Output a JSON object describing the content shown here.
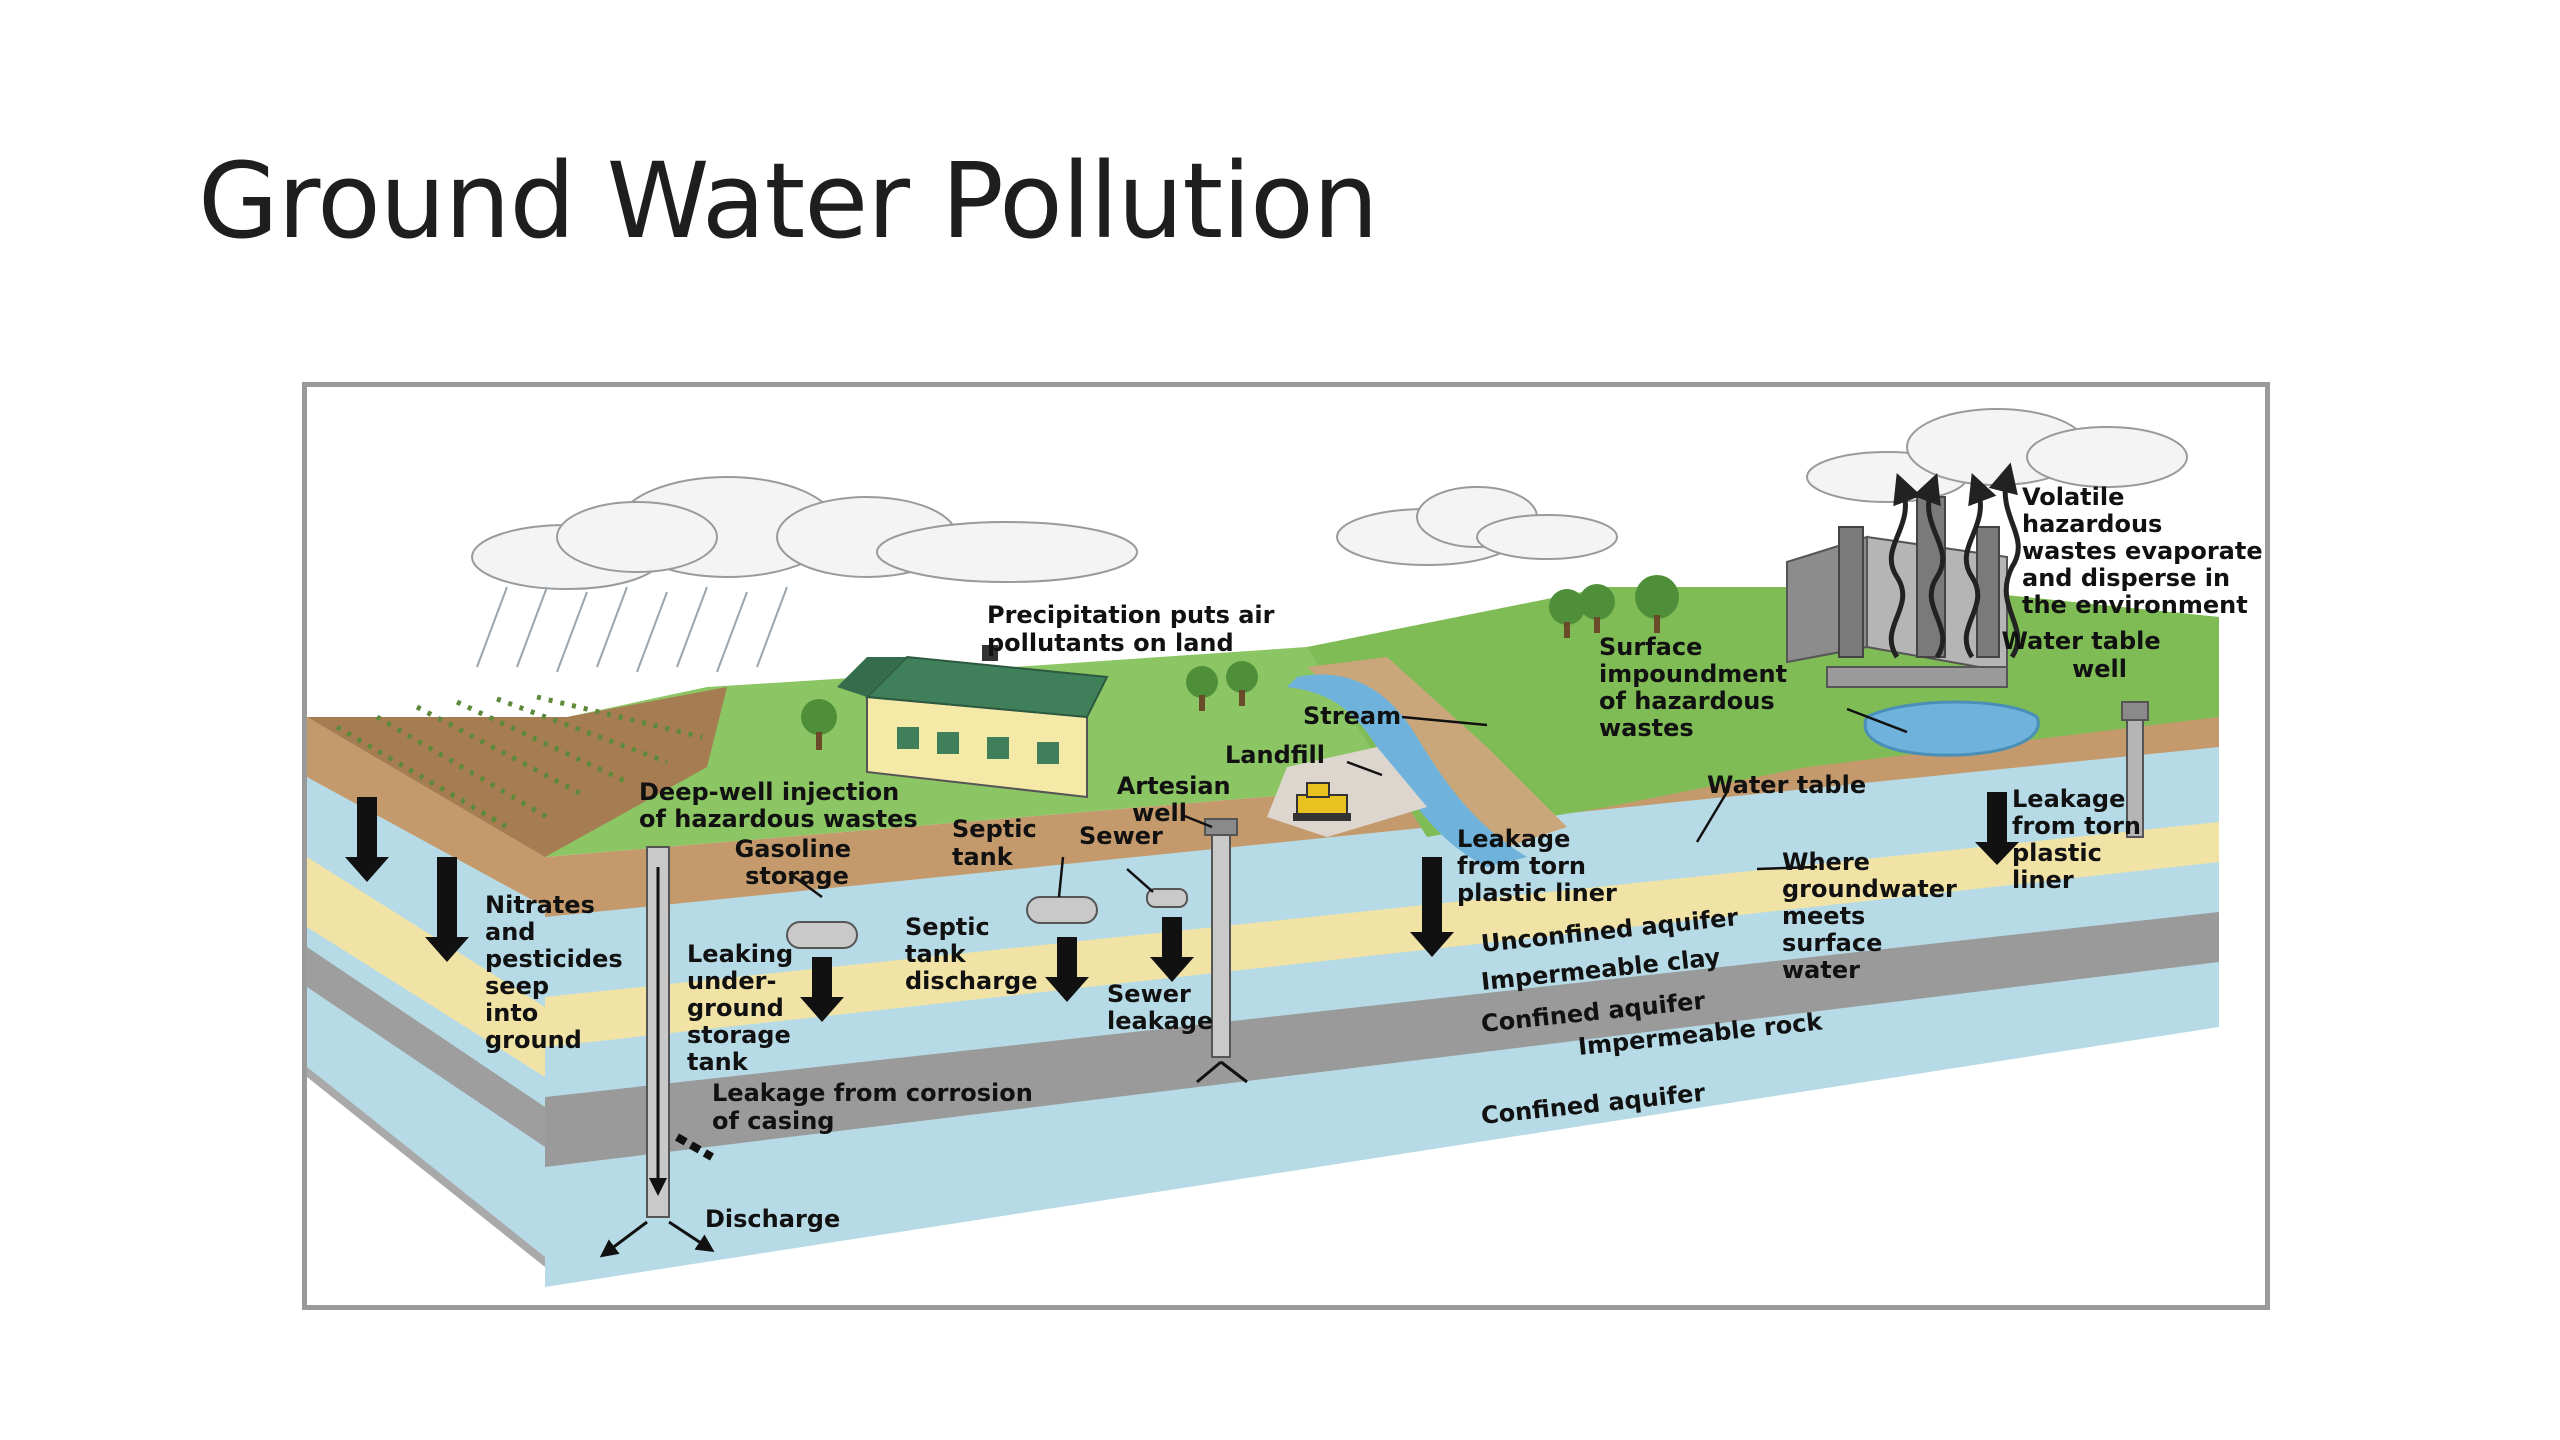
{
  "slide": {
    "title": "Ground Water Pollution"
  },
  "diagram": {
    "labels": {
      "precipitation": [
        "Precipitation puts air",
        "pollutants on land"
      ],
      "volatile": [
        "Volatile",
        "hazardous",
        "wastes evaporate",
        "and disperse in",
        "the environment"
      ],
      "water_table_well": [
        "Water table",
        "well"
      ],
      "surface_impoundment": [
        "Surface",
        "impoundment",
        "of hazardous",
        "wastes"
      ],
      "stream": [
        "Stream"
      ],
      "landfill": [
        "Landfill"
      ],
      "artesian_well": [
        "Artesian",
        "well"
      ],
      "deep_well_injection": [
        "Deep-well injection",
        "of hazardous wastes"
      ],
      "gasoline_storage": [
        "Gasoline",
        "storage"
      ],
      "septic_tank": [
        "Septic",
        "tank"
      ],
      "sewer": [
        "Sewer"
      ],
      "water_table": [
        "Water table"
      ],
      "leakage_landfill": [
        "Leakage",
        "from torn",
        "plastic liner"
      ],
      "leakage_impoundment": [
        "Leakage",
        "from torn",
        "plastic",
        "liner"
      ],
      "where_groundwater": [
        "Where",
        "groundwater",
        "meets",
        "surface",
        "water"
      ],
      "nitrates": [
        "Nitrates",
        "and",
        "pesticides",
        "seep",
        "into",
        "ground"
      ],
      "leaking_tank": [
        "Leaking",
        "under-",
        "ground",
        "storage",
        "tank"
      ],
      "septic_discharge": [
        "Septic",
        "tank",
        "discharge"
      ],
      "sewer_leakage": [
        "Sewer",
        "leakage"
      ],
      "leakage_corrosion": [
        "Leakage from corrosion",
        "of casing"
      ],
      "discharge": [
        "Discharge"
      ]
    },
    "layers": {
      "unconfined_aquifer": "Unconfined aquifer",
      "impermeable_clay": "Impermeable clay",
      "confined_aquifer_upper": "Confined aquifer",
      "impermeable_rock": "Impermeable rock",
      "confined_aquifer_lower": "Confined aquifer"
    },
    "colors": {
      "grass": "#8cc563",
      "soil": "#c49a6c",
      "aquifer": "#b7dbe6",
      "clay": "#f1e3a6",
      "rock": "#9a9a9a",
      "water": "#6fb3dc",
      "factory": "#8c8c8c"
    }
  }
}
